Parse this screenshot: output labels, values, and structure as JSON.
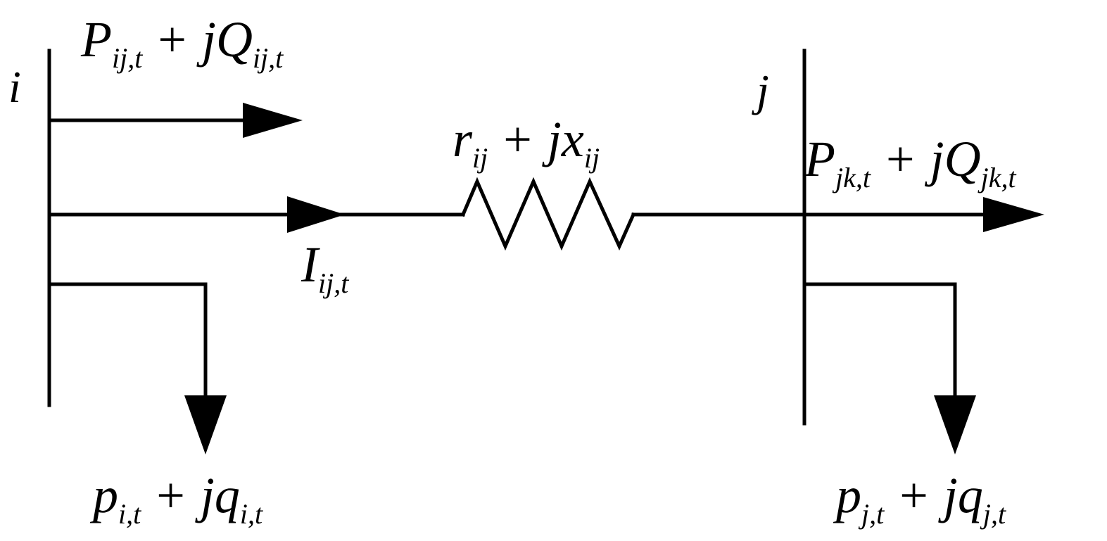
{
  "buses": {
    "i_label": "i",
    "j_label": "j"
  },
  "line_flow_ij": {
    "main1": "P",
    "sub1": "ij,t",
    "plus": "+",
    "main2": "jQ",
    "sub2": "ij,t"
  },
  "line_flow_jk": {
    "main1": "P",
    "sub1": "jk,t",
    "plus": "+",
    "main2": "jQ",
    "sub2": "jk,t"
  },
  "impedance": {
    "main1": "r",
    "sub1": "ij",
    "plus": "+",
    "main2": "jx",
    "sub2": "ij"
  },
  "current": {
    "main": "I",
    "sub": "ij,t"
  },
  "load_i": {
    "main1": "p",
    "sub1": "i,t",
    "plus": "+",
    "main2": "jq",
    "sub2": "i,t"
  },
  "load_j": {
    "main1": "p",
    "sub1": "j,t",
    "plus": "+",
    "main2": "jq",
    "sub2": "j,t"
  }
}
